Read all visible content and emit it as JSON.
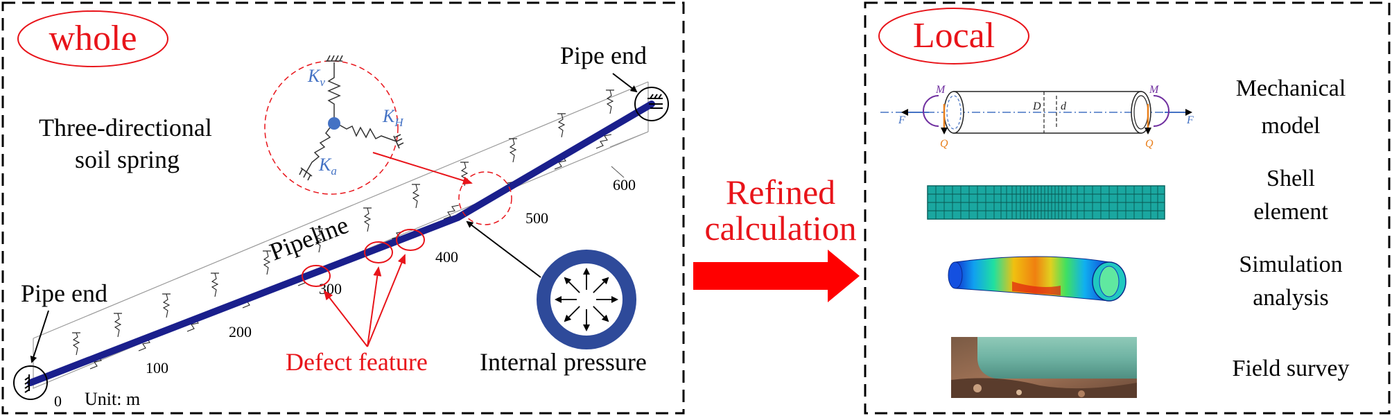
{
  "left_panel": {
    "title": "whole",
    "spring_label_line1": "Three-directional",
    "spring_label_line2": "soil spring",
    "k_v": "K",
    "k_v_sub": "v",
    "k_h": "K",
    "k_h_sub": "H",
    "k_a": "K",
    "k_a_sub": "a",
    "pipeline_label": "Pipeline",
    "pipe_end_top": "Pipe end",
    "pipe_end_bottom": "Pipe end",
    "defect_label": "Defect feature",
    "pressure_label": "Internal pressure",
    "unit_label": "Unit: m",
    "distance_ticks": [
      "0",
      "100",
      "200",
      "300",
      "400",
      "500",
      "600"
    ]
  },
  "middle": {
    "arrow_label_line1": "Refined",
    "arrow_label_line2": "calculation"
  },
  "right_panel": {
    "title": "Local",
    "rows": [
      {
        "line1": "Mechanical",
        "line2": "model"
      },
      {
        "line1": "Shell",
        "line2": "element"
      },
      {
        "line1": "Simulation",
        "line2": "analysis"
      },
      {
        "line1": "Field survey",
        "line2": ""
      }
    ],
    "model_symbols": {
      "M": "M",
      "F": "F",
      "Q": "Q",
      "D": "D",
      "d": "d"
    }
  },
  "colors": {
    "accent_red": "#e8141a",
    "pipe_blue": "#1a1f8c",
    "spring_blue": "#4472c4",
    "mesh_teal": "#1aa7a0",
    "ring_blue": "#2e4a9a"
  }
}
